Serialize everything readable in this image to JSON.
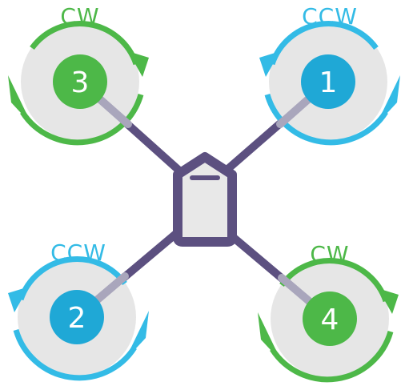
{
  "colors": {
    "frame": "#5c5080",
    "frame_light": "#a9a6bc",
    "body_fill": "#e8e8e8",
    "disc": "#e6e6e6",
    "cw_green": "#4db848",
    "ccw_blue": "#33bbe6",
    "motor_blue": "#1fa8d6",
    "number_text": "#ffffff"
  },
  "motors": [
    {
      "number": "1",
      "direction": "CCW",
      "color_key": "ccw_blue"
    },
    {
      "number": "2",
      "direction": "CCW",
      "color_key": "ccw_blue"
    },
    {
      "number": "3",
      "direction": "CW",
      "color_key": "cw_green"
    },
    {
      "number": "4",
      "direction": "CW",
      "color_key": "cw_green"
    }
  ]
}
